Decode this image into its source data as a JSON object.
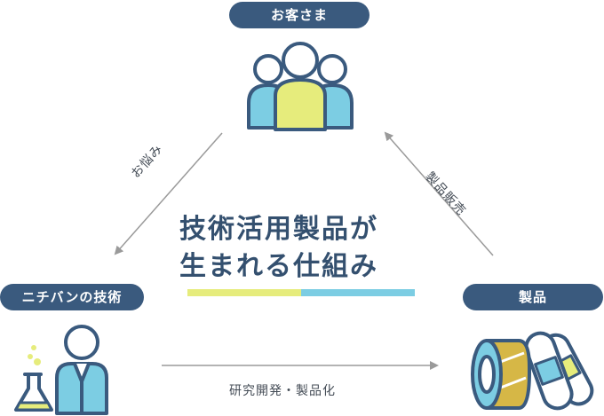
{
  "nodes": {
    "customer": {
      "label": "お客さま"
    },
    "technology": {
      "label": "ニチバンの技術"
    },
    "product": {
      "label": "製品"
    }
  },
  "edges": {
    "worry": {
      "label": "お悩み"
    },
    "sales": {
      "label": "製品販売"
    },
    "rnd": {
      "label": "研究開発・製品化"
    }
  },
  "title": {
    "line1": "技術活用製品が",
    "line2": "生まれる仕組み"
  },
  "colors": {
    "navy": "#3a5a7e",
    "yellow": "#e6ec7c",
    "cyan": "#7ccde3",
    "gold": "#d6b746",
    "arrow": "#9a9a9a"
  },
  "icons": {
    "customer": "people-group-icon",
    "technology": "scientist-flask-icon",
    "product": "tape-and-bandage-icon"
  }
}
